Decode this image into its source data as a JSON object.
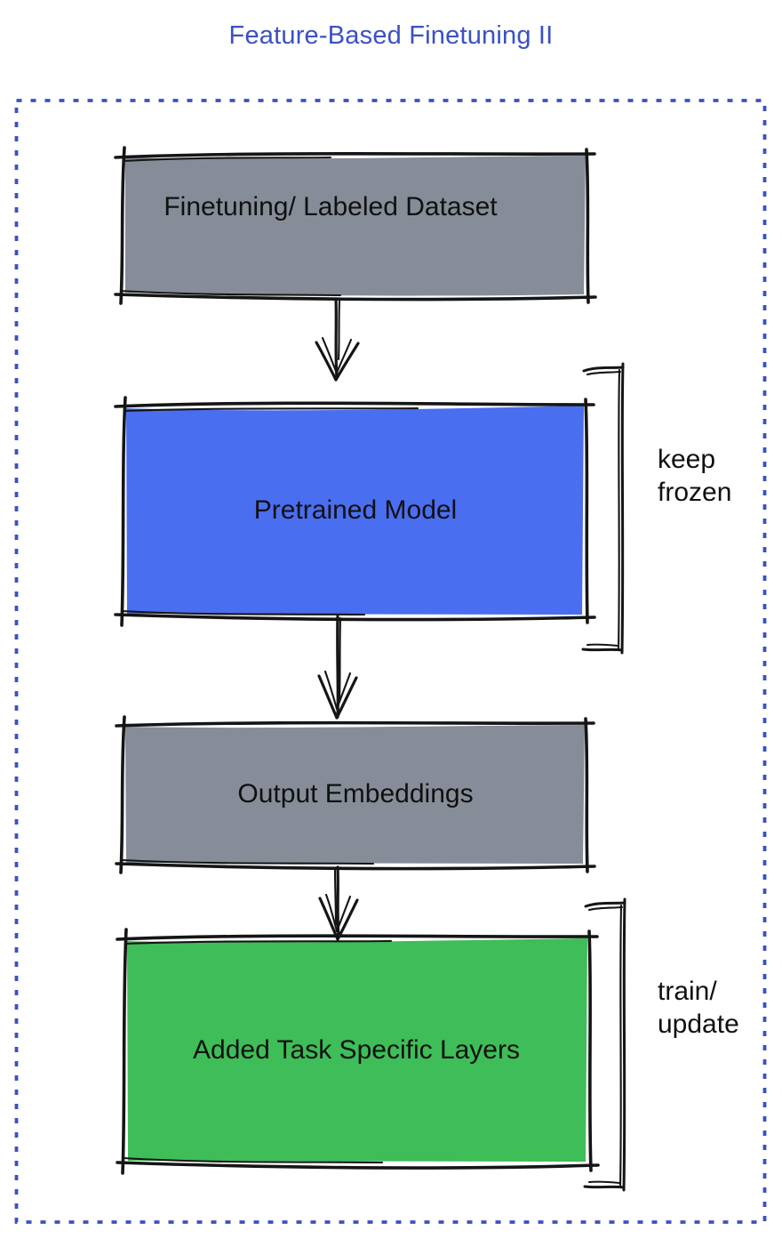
{
  "title": "Feature-Based Finetuning II",
  "colors": {
    "accent_blue": "#3B50C5",
    "ink": "#151515",
    "box_gray": "#868D98",
    "box_blue": "#4A6EF0",
    "box_green": "#3EBD58"
  },
  "boxes": [
    {
      "name": "finetuning-dataset",
      "label": "Finetuning/ Labeled Dataset",
      "color": "#868D98"
    },
    {
      "name": "pretrained-model",
      "label": "Pretrained Model",
      "color": "#4A6EF0"
    },
    {
      "name": "output-embeddings",
      "label": "Output Embeddings",
      "color": "#868D98"
    },
    {
      "name": "added-task-specific-layers",
      "label": "Added Task Specific Layers",
      "color": "#3EBD58"
    }
  ],
  "annotations": [
    {
      "for": "pretrained-model",
      "label": "keep\nfrozen"
    },
    {
      "for": "added-task-specific-layers",
      "label": "train/\nupdate"
    }
  ],
  "arrows": [
    {
      "from": "finetuning-dataset",
      "to": "pretrained-model"
    },
    {
      "from": "pretrained-model",
      "to": "output-embeddings"
    },
    {
      "from": "output-embeddings",
      "to": "added-task-specific-layers"
    }
  ]
}
